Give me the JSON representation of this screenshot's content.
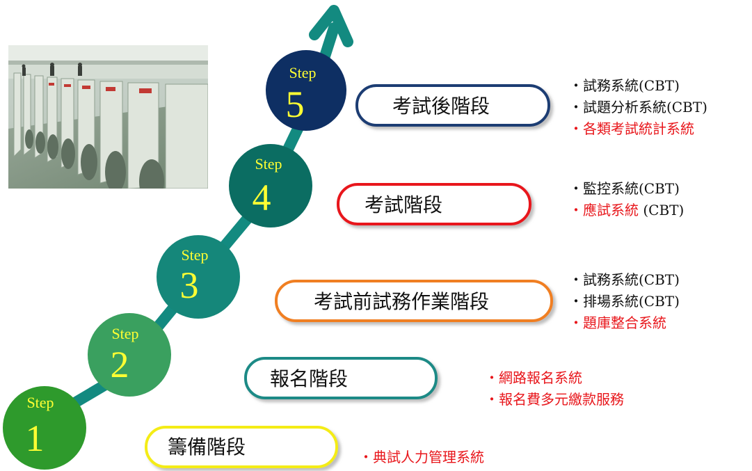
{
  "steps": [
    {
      "word": "Step",
      "number": "1",
      "color": "#2e9a2c"
    },
    {
      "word": "Step",
      "number": "2",
      "color": "#3aa05f"
    },
    {
      "word": "Step",
      "number": "3",
      "color": "#15877a"
    },
    {
      "word": "Step",
      "number": "4",
      "color": "#0b6d62"
    },
    {
      "word": "Step",
      "number": "5",
      "color": "#0e2f63"
    }
  ],
  "stages": [
    {
      "label": "籌備階段",
      "border": "#f4ec14"
    },
    {
      "label": "報名階段",
      "border": "#1f8a86"
    },
    {
      "label": "考試前試務作業階段",
      "border": "#f07f22"
    },
    {
      "label": "考試階段",
      "border": "#e8161b"
    },
    {
      "label": "考試後階段",
      "border": "#1e3c73"
    }
  ],
  "systems": {
    "stage1": [
      {
        "text": "・典試人力管理系統",
        "highlight": true
      }
    ],
    "stage2": [
      {
        "text": "・網路報名系統",
        "highlight": true
      },
      {
        "text": "・報名費多元繳款服務",
        "highlight": true
      }
    ],
    "stage3": [
      {
        "text": "・試務系統(CBT)",
        "highlight": false
      },
      {
        "text": "・排場系統(CBT)",
        "highlight": false
      },
      {
        "text": "・題庫整合系統",
        "highlight": true
      }
    ],
    "stage4": [
      {
        "text": "・監控系統(CBT)",
        "highlight": false
      },
      {
        "text": "・應試系統 (CBT)",
        "highlight": "partial",
        "red": "・應試系統",
        "rest": " (CBT)"
      }
    ],
    "stage5": [
      {
        "text": "・試務系統(CBT)",
        "highlight": false
      },
      {
        "text": "・試題分析系統(CBT)",
        "highlight": false
      },
      {
        "text": "・各類考試統計系統",
        "highlight": true
      }
    ]
  },
  "colors": {
    "arrow": "#138a80",
    "highlight_text": "#e8161b",
    "step_number": "#ffff33"
  }
}
